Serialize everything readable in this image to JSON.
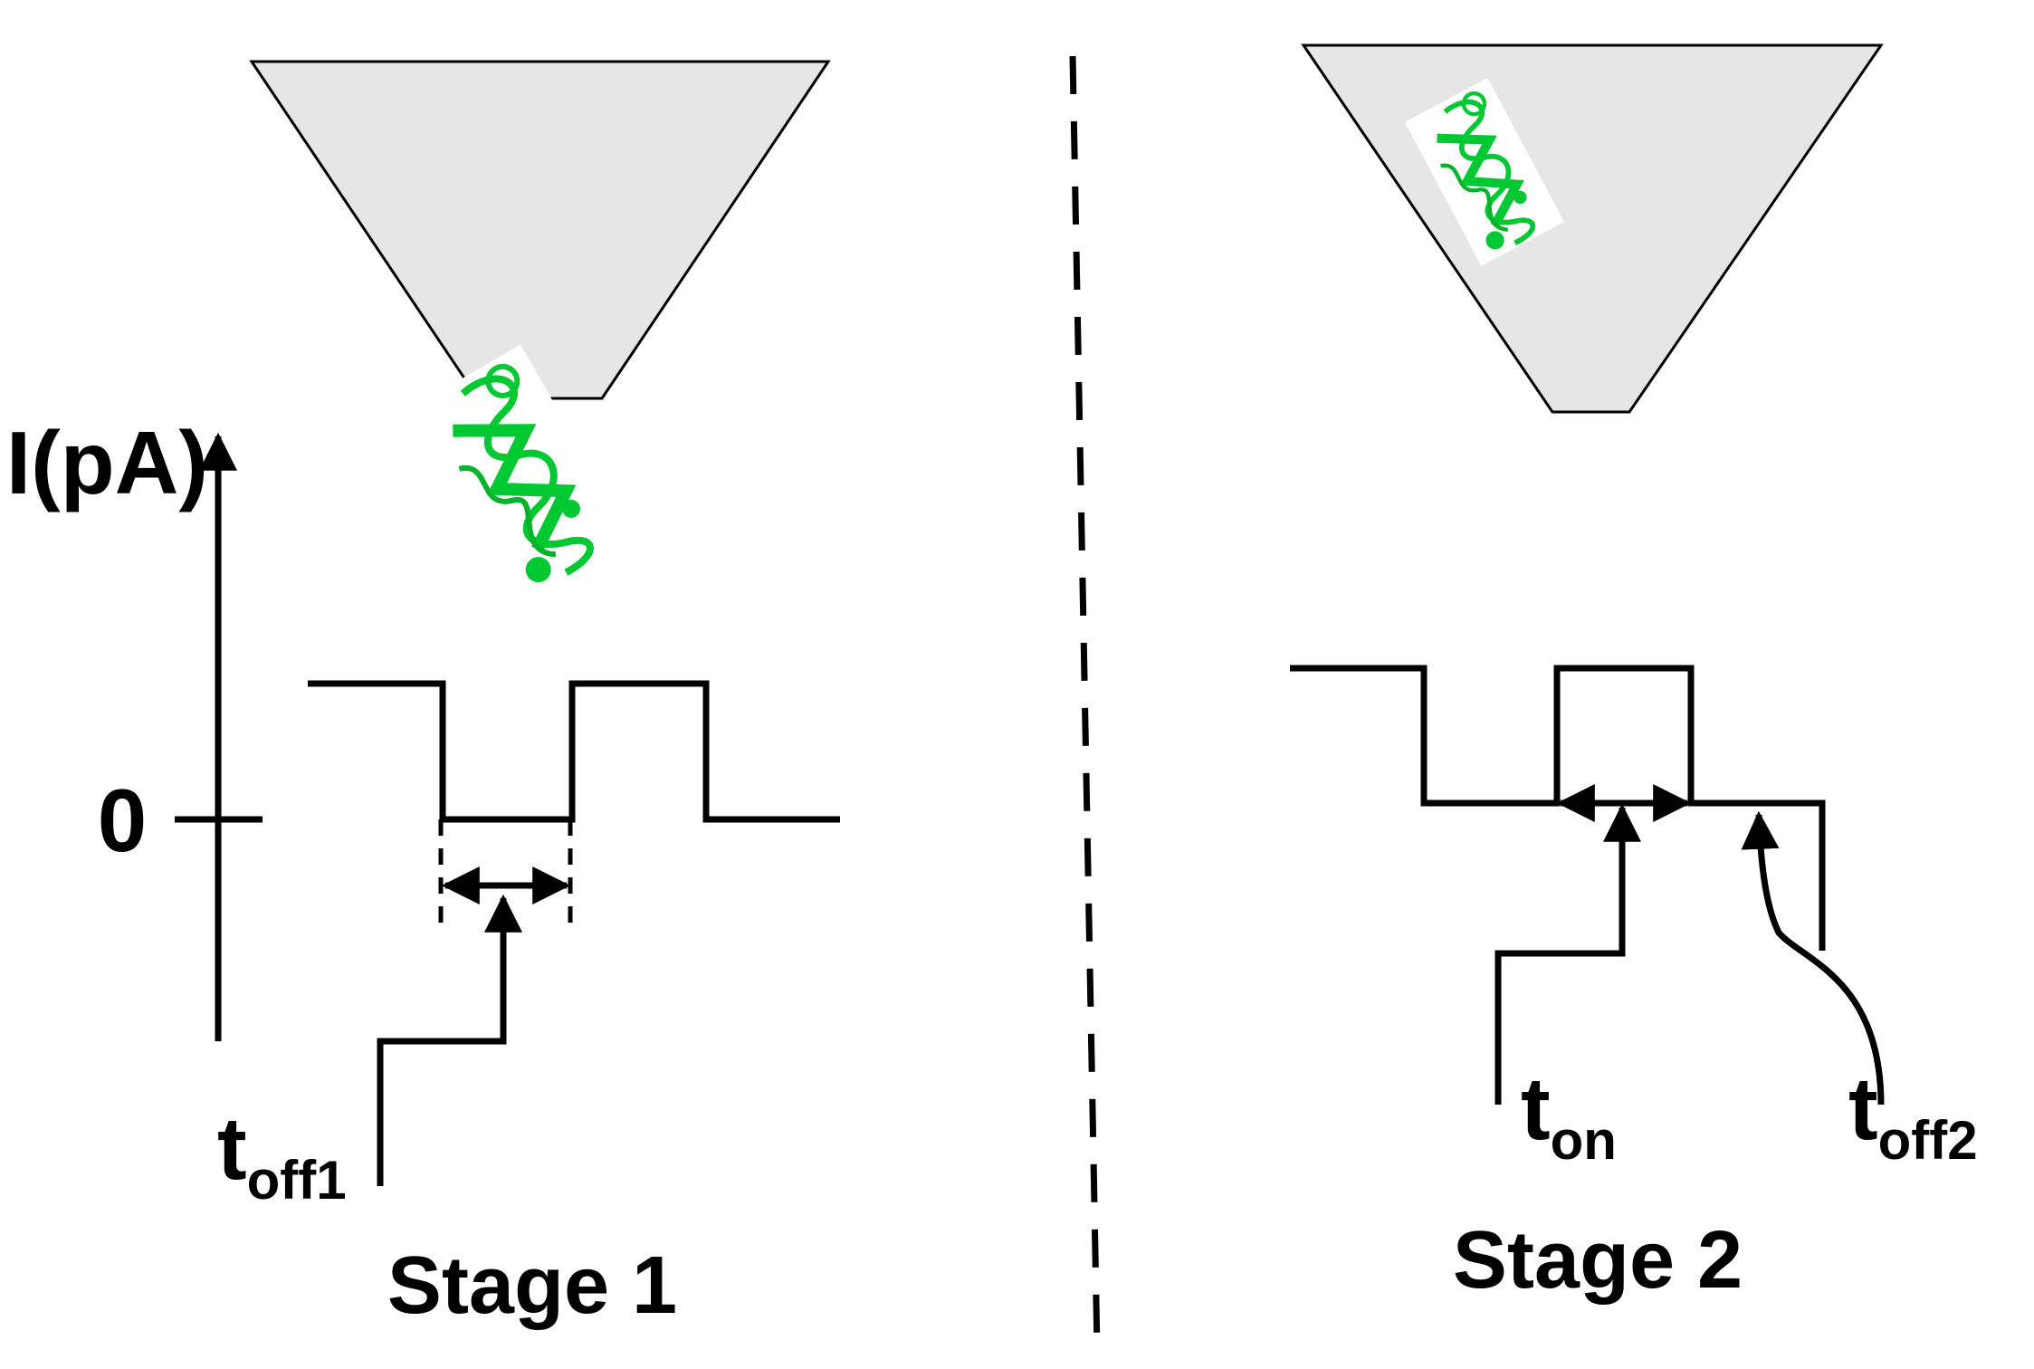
{
  "axis": {
    "ylabel": "I(pA)",
    "zero_label": "0"
  },
  "stage1": {
    "title": "Stage 1",
    "time_label": {
      "main": "t",
      "sub": "off1"
    }
  },
  "stage2": {
    "title": "Stage 2",
    "time_on_label": {
      "main": "t",
      "sub": "on"
    },
    "time_off_label": {
      "main": "t",
      "sub": "off2"
    }
  },
  "colors": {
    "funnel_fill": "#e6e6e6",
    "protein": "#00c832",
    "line": "#000000"
  },
  "icons": {
    "protein": "protein-ribbon-icon"
  }
}
